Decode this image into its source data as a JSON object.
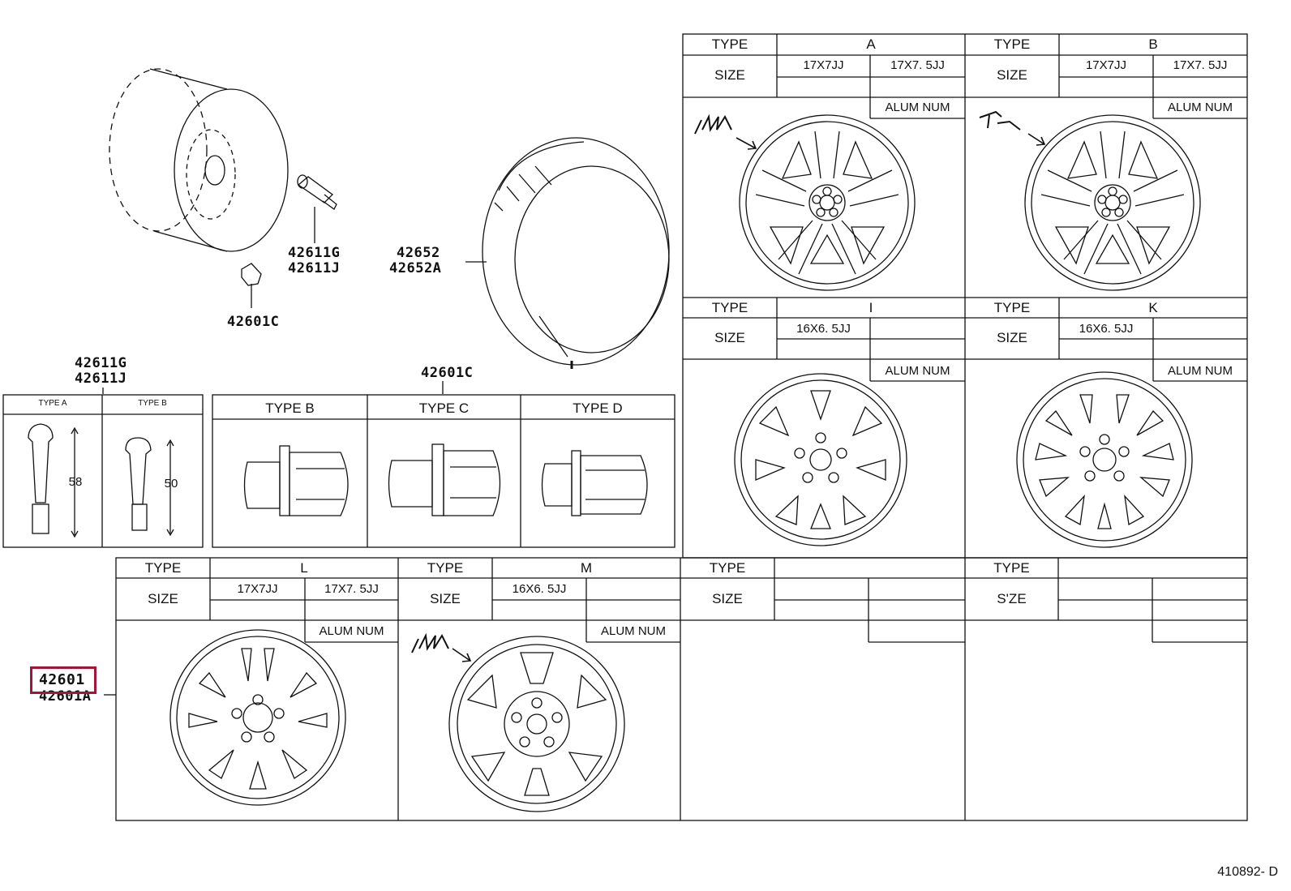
{
  "parts": {
    "valve_a": "42611G",
    "valve_b": "42611J",
    "lug_nut": "42601C",
    "tire_a": "42652",
    "tire_b": "42652A",
    "valve_box_a": "42611G",
    "valve_box_b": "42611J",
    "nut_box": "42601C",
    "wheel_a": "42601",
    "wheel_b": "42601A"
  },
  "valve_table": {
    "col_a": "TYPE A",
    "col_b": "TYPE B",
    "dim_a": "58",
    "dim_b": "50"
  },
  "nut_table": {
    "col_b": "TYPE  B",
    "col_c": "TYPE  C",
    "col_d": "TYPE  D"
  },
  "wheel_tables": {
    "type_label": "TYPE",
    "size_label": "SIZE",
    "alum_label": "ALUM NUM",
    "A": {
      "type": "A",
      "size1": "17X7JJ",
      "size2": "17X7. 5JJ"
    },
    "B": {
      "type": "B",
      "size1": "17X7JJ",
      "size2": "17X7. 5JJ"
    },
    "I": {
      "type": "I",
      "size1": "16X6. 5JJ"
    },
    "K": {
      "type": "K",
      "size1": "16X6. 5JJ"
    },
    "L": {
      "type": "L",
      "size1": "17X7JJ",
      "size2": "17X7. 5JJ"
    },
    "M": {
      "type": "M",
      "size1": "16X6. 5JJ"
    },
    "E1": {
      "size_label": "SIZE"
    },
    "E2": {
      "size_label": "S'ZE"
    }
  },
  "highlight": {
    "part": "42601",
    "color": "#a0173a"
  },
  "doc_id": "410892- D"
}
